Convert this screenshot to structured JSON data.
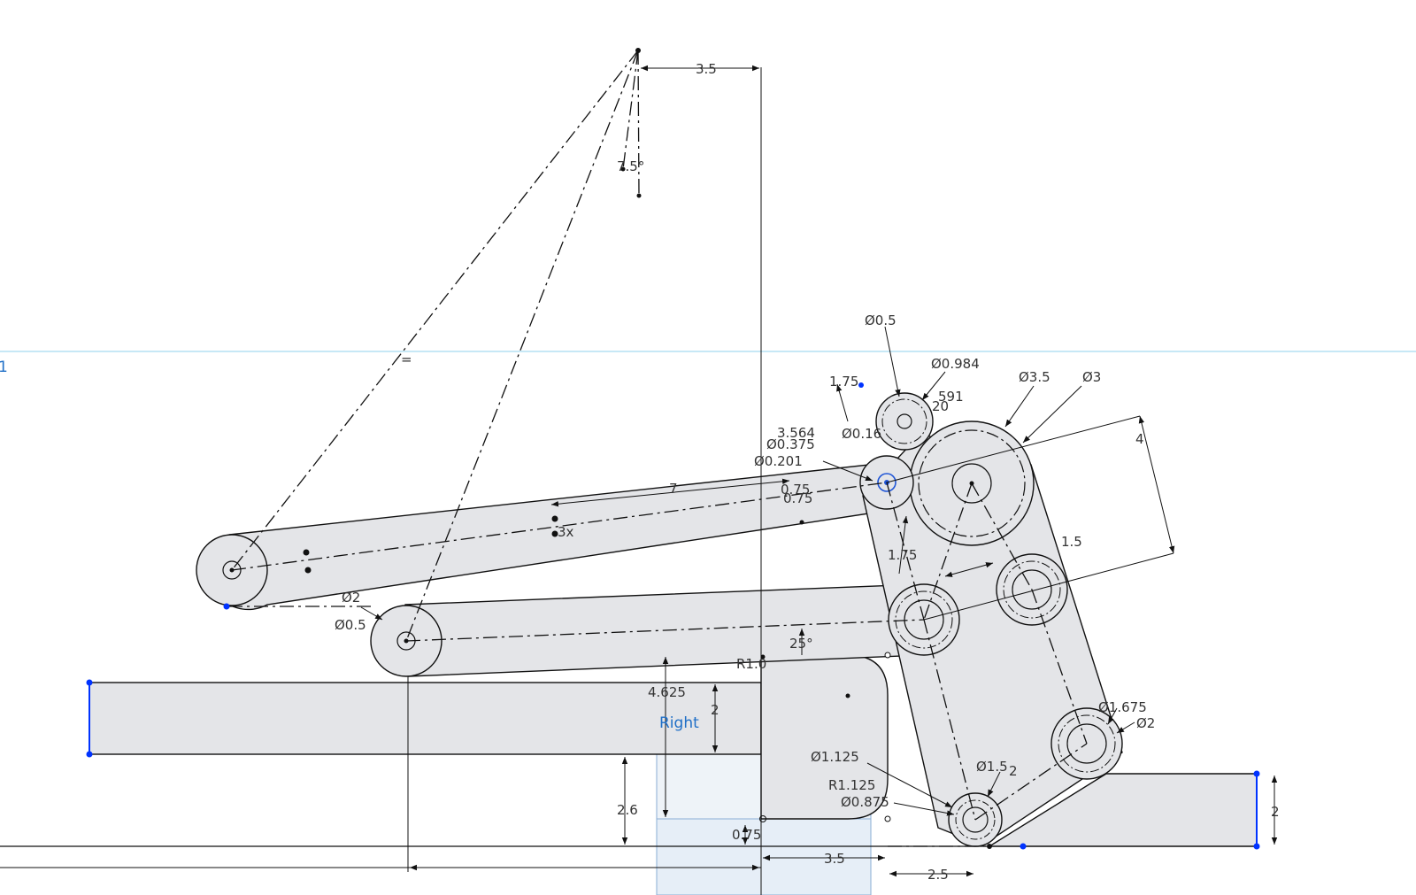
{
  "view": {
    "plane_label": "Right",
    "plane_marker": "1"
  },
  "dimensions": {
    "top_offset": "3.5",
    "top_angle": "7.5°",
    "equal_constraint": "=",
    "small_hole_dia": "Ø0.5",
    "hole_0984": "Ø0.984",
    "gear_outer": "Ø3.5",
    "gear_pitch": "Ø3",
    "len_175_top": "1.75",
    "val_591": "591",
    "val_20": "20",
    "len_3564": "3.564",
    "hole_0375": "Ø0.375",
    "hole_016": "Ø0.16",
    "hole_0201": "Ø0.201",
    "arm_length": "7",
    "off_075a": "0.75",
    "off_075b": "0.75",
    "pattern_3x": "3x",
    "height_4": "4",
    "len_15": "1.5",
    "len_175_mid": "1.75",
    "dia_2": "Ø2",
    "dia_05": "Ø0.5",
    "angle_25": "25°",
    "radius_1": "R1.0",
    "len_4625": "4.625",
    "len_2_left": "2",
    "dia_1125": "Ø1.125",
    "rad_1125": "R1.125",
    "dia_0875": "Ø0.875",
    "dia_15": "Ø1.5",
    "len_2_chain": "2",
    "dia_1675": "Ø1.675",
    "dia_2_right": "Ø2",
    "len_26": "2.6",
    "len_075_bottom": "0.75",
    "len_35_bottom": "3.5",
    "len_25_bottom": "2.5",
    "len_2_right": "2"
  },
  "colors": {
    "fill": "#e4e5e8",
    "stroke": "#111111",
    "plane_line": "#8fd0ee",
    "plane_fill": "#eef3f8",
    "plane_border": "#8aaed6",
    "constraint_blue": "#0033ff"
  }
}
